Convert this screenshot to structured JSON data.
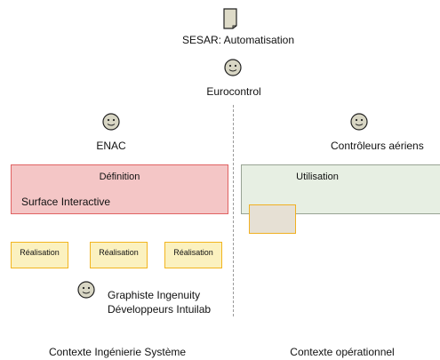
{
  "top": {
    "project_label": "SESAR: Automatisation",
    "org_label": "Eurocontrol"
  },
  "left": {
    "actor_label": "ENAC",
    "definition_box": {
      "title": "Définition",
      "subtitle": "Surface Interactive"
    },
    "realisation_boxes": [
      "Réalisation",
      "Réalisation",
      "Réalisation"
    ],
    "team_lines": [
      "Graphiste Ingenuity",
      "Développeurs Intuilab"
    ],
    "context_label": "Contexte Ingénierie Système"
  },
  "right": {
    "actor_label": "Contrôleurs aériens",
    "usage_box": {
      "title": "Utilisation"
    },
    "context_label": "Contexte opérationnel"
  },
  "colors": {
    "definition_fill": "#f4c6c6",
    "definition_border": "#e06262",
    "usage_fill": "#e7efe3",
    "realisation_fill": "#fbf1bf",
    "realisation_border": "#f2b51f",
    "face_fill": "#d8d6c4"
  },
  "icons": [
    "document-icon",
    "smiley-face-icon"
  ]
}
